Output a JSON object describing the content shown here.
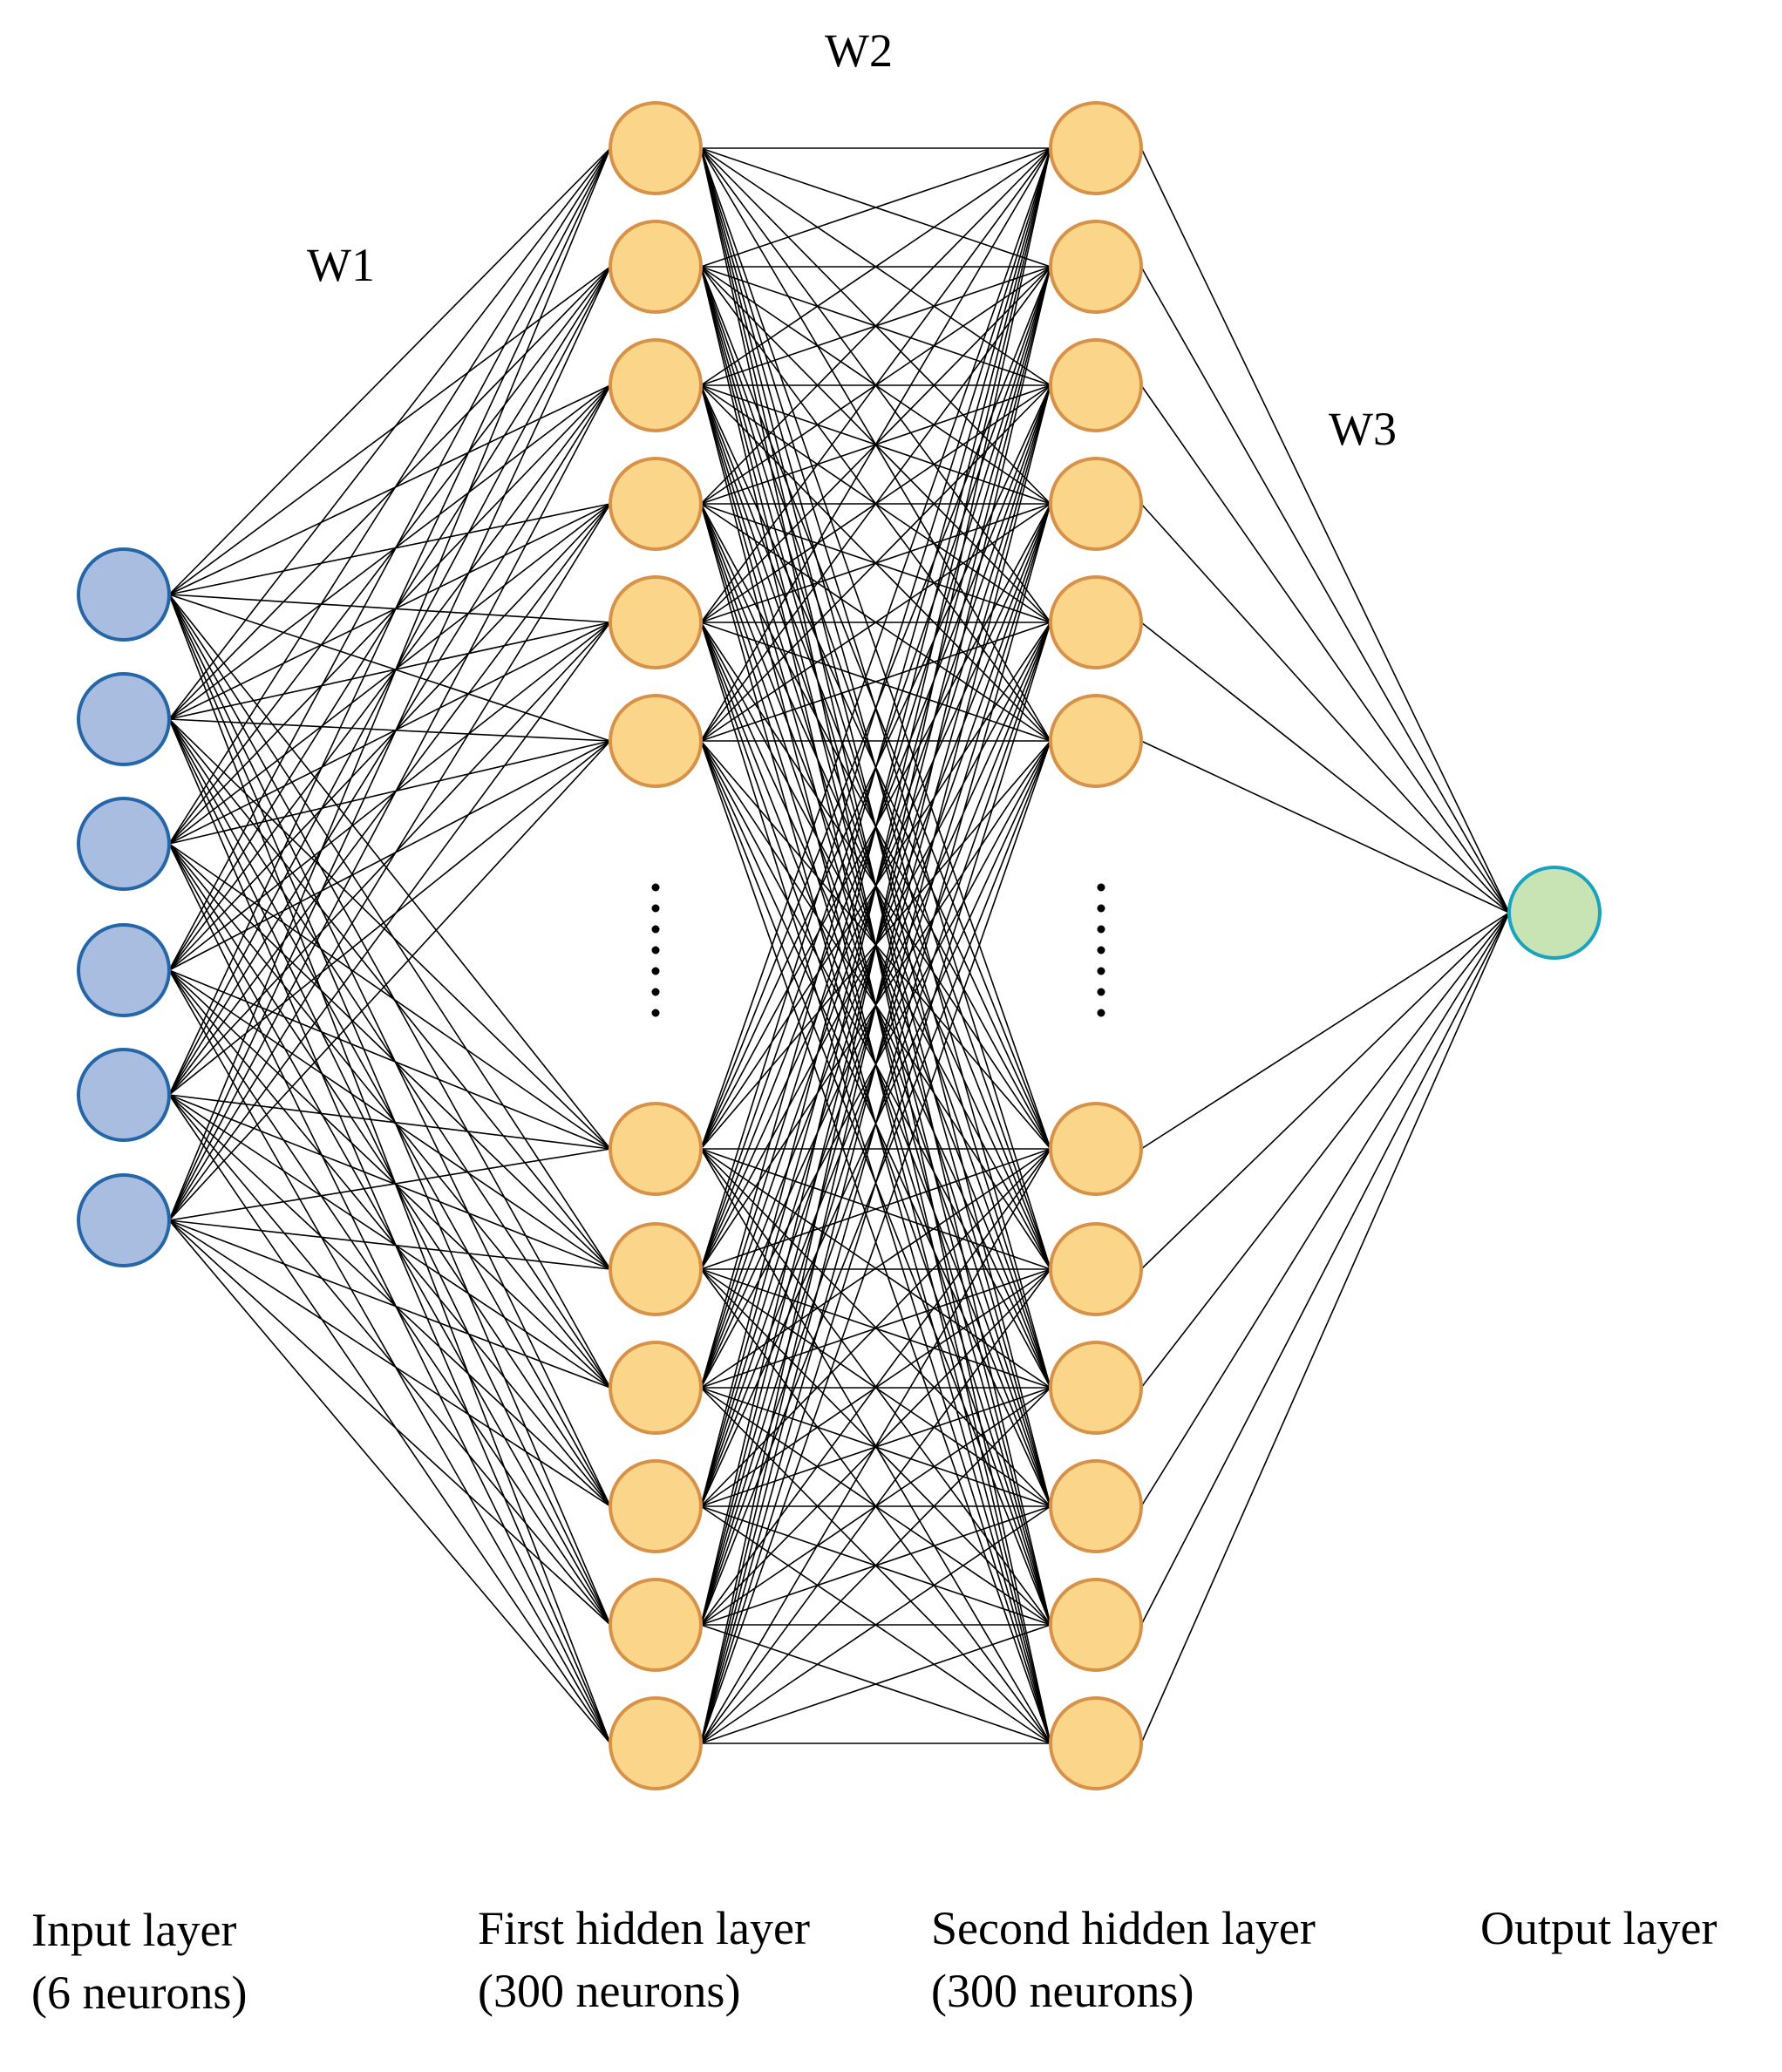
{
  "weights": {
    "w1": "W1",
    "w2": "W2",
    "w3": "W3"
  },
  "layers": {
    "input": {
      "name": "Input layer",
      "count": "(6 neurons)",
      "shown_neurons": 6,
      "fill": "#a9bde0",
      "stroke": "#2566a8"
    },
    "hidden1": {
      "name": "First hidden layer",
      "count": "(300 neurons)",
      "shown_neurons": 12,
      "fill": "#fbd68a",
      "stroke": "#d7924a"
    },
    "hidden2": {
      "name": "Second hidden layer",
      "count": "(300 neurons)",
      "shown_neurons": 12,
      "fill": "#fbd68a",
      "stroke": "#d7924a"
    },
    "output": {
      "name": "Output layer",
      "shown_neurons": 1,
      "fill": "#c8e3b4",
      "stroke": "#1aa3bf"
    }
  }
}
